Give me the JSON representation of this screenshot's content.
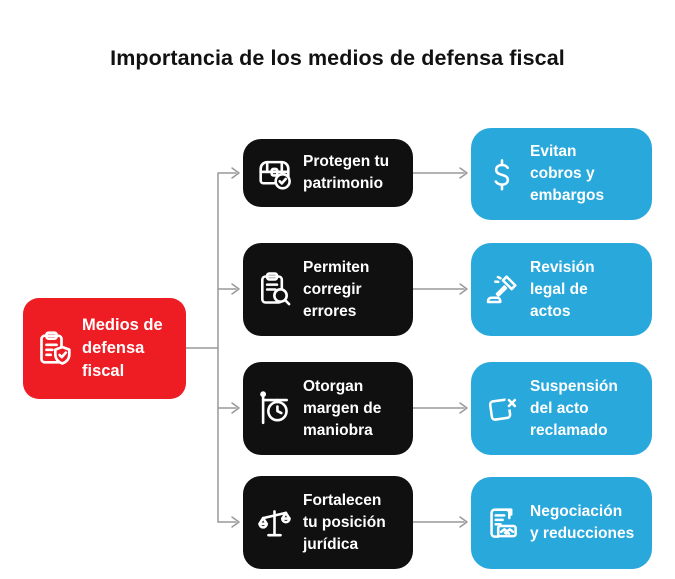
{
  "title": "Importancia de los medios de defensa fiscal",
  "colors": {
    "root_red": "#ee1c23",
    "mid_black": "#101010",
    "end_cyan": "#29a8dc",
    "connector_gray": "#999999",
    "text_on_boxes": "#ffffff",
    "title_color": "#111111"
  },
  "root": {
    "label": "Medios de\ndefensa\nfiscal",
    "icon": "clipboard-shield-icon"
  },
  "rows": [
    {
      "mid": {
        "label": "Protegen tu\npatrimonio",
        "icon": "treasure-chest-check-icon"
      },
      "end": {
        "label": "Evitan\ncobros y\nembargos",
        "icon": "dollar-icon"
      }
    },
    {
      "mid": {
        "label": "Permiten\ncorregir\nerrores",
        "icon": "clipboard-search-icon"
      },
      "end": {
        "label": "Revisión\nlegal de\nactos",
        "icon": "gavel-icon"
      }
    },
    {
      "mid": {
        "label": "Otorgan\nmargen de\nmaniobra",
        "icon": "hanging-clock-icon"
      },
      "end": {
        "label": "Suspensión\ndel acto\nreclamado",
        "icon": "document-x-icon"
      }
    },
    {
      "mid": {
        "label": "Fortalecen\ntu posición\njurídica",
        "icon": "scale-icon"
      },
      "end": {
        "label": "Negociación\ny reducciones",
        "icon": "contract-handshake-icon"
      }
    }
  ]
}
